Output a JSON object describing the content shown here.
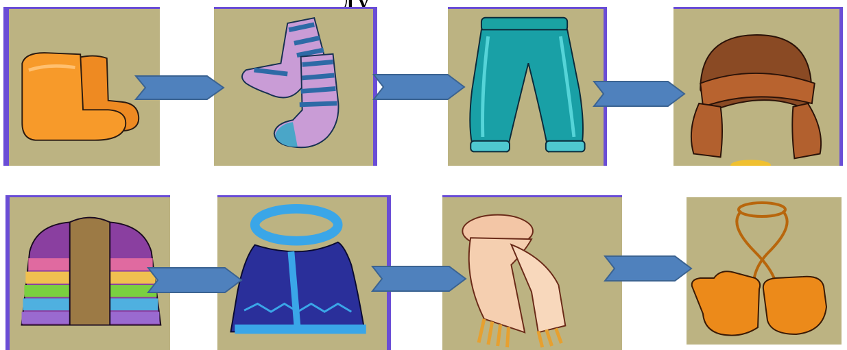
{
  "header": {
    "title_fragment": "д     у"
  },
  "sequence": [
    {
      "row": 1,
      "step": 1,
      "item": "felt-boots-icon",
      "color": "#f28a1e"
    },
    {
      "row": 1,
      "step": 2,
      "item": "socks-icon",
      "color": "#c79ad6"
    },
    {
      "row": 1,
      "step": 3,
      "item": "pants-icon",
      "color": "#1aa3a3"
    },
    {
      "row": 1,
      "step": 4,
      "item": "fur-hat-icon",
      "color": "#8a4a24"
    },
    {
      "row": 2,
      "step": 5,
      "item": "jacket-icon",
      "color": "#8a3fa0"
    },
    {
      "row": 2,
      "step": 6,
      "item": "fur-coat-icon",
      "color": "#2a2f9a"
    },
    {
      "row": 2,
      "step": 7,
      "item": "scarf-icon",
      "color": "#f3c6a6"
    },
    {
      "row": 2,
      "step": 8,
      "item": "mittens-icon",
      "color": "#ec8a1a"
    }
  ],
  "colors": {
    "card_bg": "#bcb382",
    "card_border": "#6a4dd6",
    "arrow_fill": "#4f81bd",
    "arrow_stroke": "#3b6391"
  }
}
